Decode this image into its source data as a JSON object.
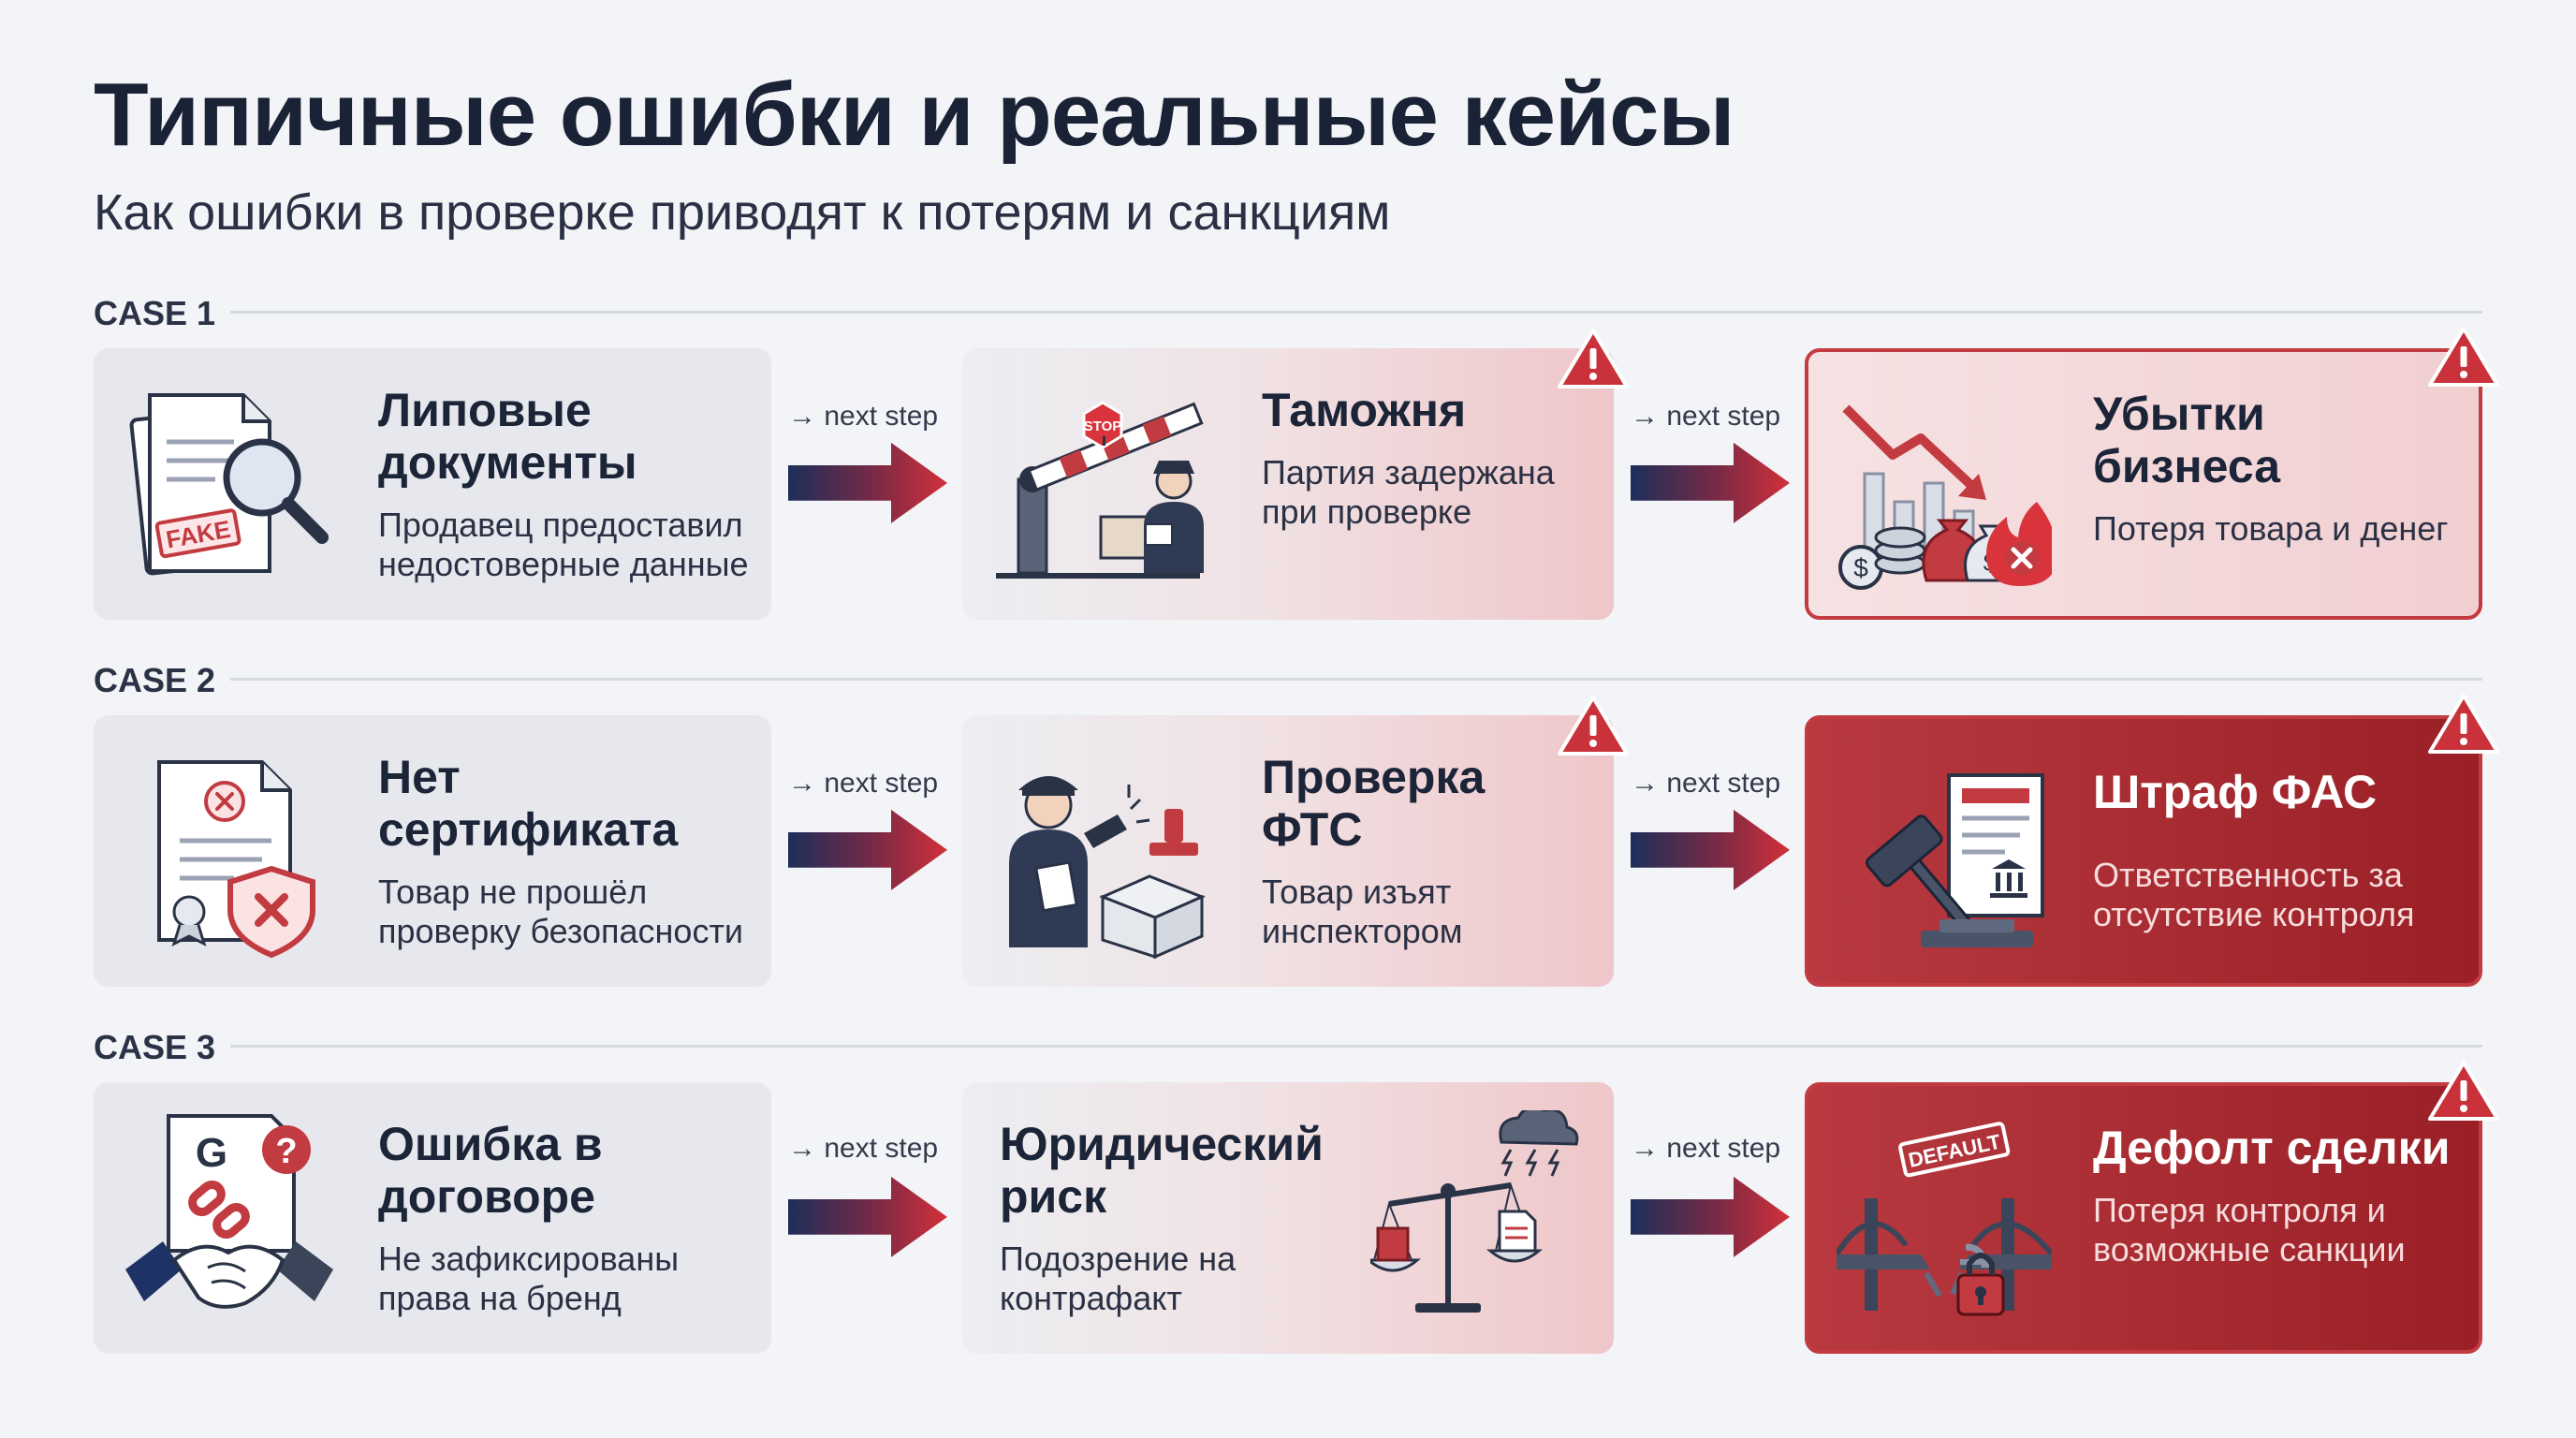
{
  "title": "Типичные ошибки и реальные кейсы",
  "subtitle": "Как ошибки в проверке приводят к потерям и санкциям",
  "next_step_label": "→ next step",
  "colors": {
    "accent_red": "#c23b41",
    "dark_red": "#9a1f26",
    "navy": "#1c2e5a",
    "text": "#1c2438"
  },
  "cases": [
    {
      "label": "CASE 1",
      "cards": [
        {
          "title": "Липовые документы",
          "desc": "Продавец предоставил недостоверные данные",
          "icon": "fake-document-magnifier-icon",
          "stamp": "FAKE"
        },
        {
          "title": "Таможня",
          "desc": "Партия задержана при проверке",
          "icon": "customs-barrier-icon",
          "sign": "STOP",
          "warning": true
        },
        {
          "title": "Убытки бизнеса",
          "desc": "Потеря товара и денег",
          "icon": "business-losses-icon",
          "warning": true
        }
      ]
    },
    {
      "label": "CASE 2",
      "cards": [
        {
          "title": "Нет сертификата",
          "desc": "Товар не прошёл проверку безопасности",
          "icon": "missing-certificate-icon"
        },
        {
          "title": "Проверка ФТС",
          "desc": "Товар изъят инспектором",
          "icon": "inspector-icon",
          "warning": true
        },
        {
          "title": "Штраф ФАС",
          "desc": "Ответственность за отсутствие контроля",
          "icon": "gavel-fine-icon",
          "warning": true
        }
      ]
    },
    {
      "label": "CASE 3",
      "cards": [
        {
          "title": "Ошибка в договоре",
          "desc": "Не зафиксированы права на бренд",
          "icon": "contract-handshake-icon"
        },
        {
          "title": "Юридический риск",
          "desc": "Подозрение на контрафакт",
          "icon": "legal-scales-icon"
        },
        {
          "title": "Дефолт сделки",
          "desc": "Потеря контроля и возможные санкции",
          "icon": "broken-bridge-icon",
          "stamp": "DEFAULT",
          "warning": true
        }
      ]
    }
  ]
}
